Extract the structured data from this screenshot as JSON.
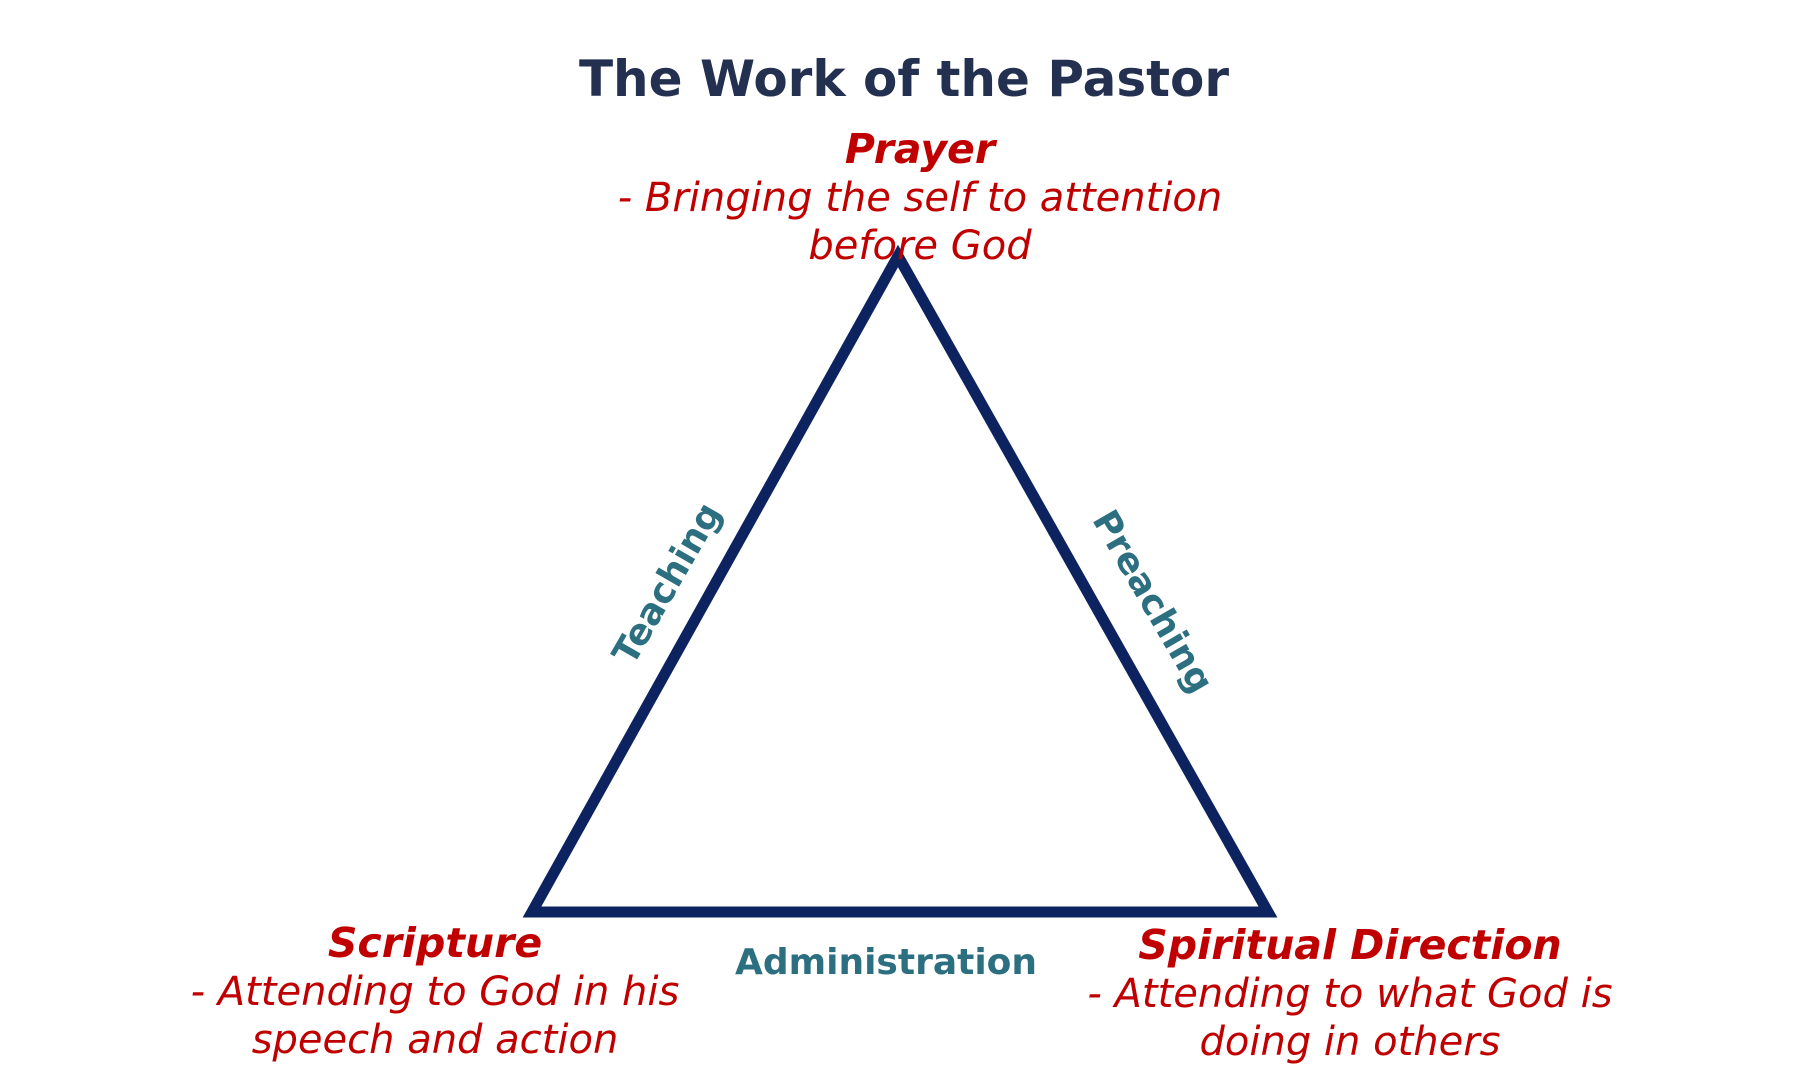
{
  "title": "The Work of the Pastor",
  "nodes": {
    "prayer": {
      "label": "Prayer",
      "description": "- Bringing the self to attention before God"
    },
    "scripture": {
      "label": "Scripture",
      "description": "- Attending to God in his speech and action"
    },
    "spiritual_direction": {
      "label": "Spiritual Direction",
      "description": "- Attending to what God is doing in others"
    }
  },
  "edges": {
    "teaching": "Teaching",
    "preaching": "Preaching",
    "administration": "Administration"
  },
  "colors": {
    "title": "#233050",
    "node_text": "#c00000",
    "edge_text": "#2c6f80",
    "triangle_stroke": "#0c2360"
  }
}
